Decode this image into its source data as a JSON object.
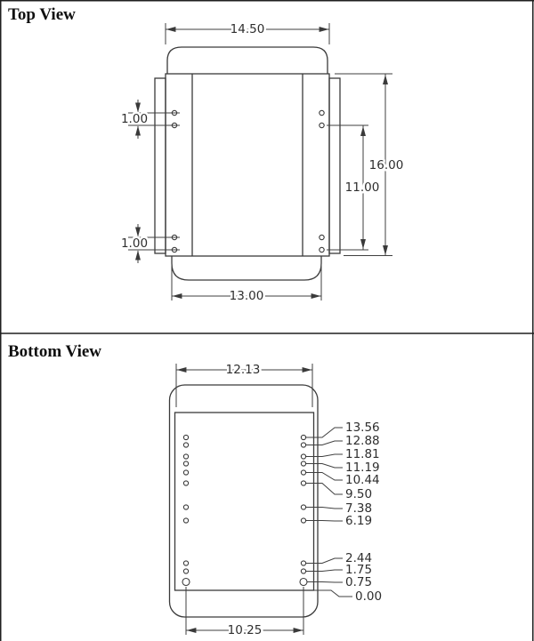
{
  "top_view": {
    "title": "Top View",
    "dim_width_top": "14.50",
    "dim_hole_pitch_top": "1.00",
    "dim_hole_pitch_bottom": "1.00",
    "dim_height": "16.00",
    "dim_hole_span": "11.00",
    "dim_width_bottom": "13.00"
  },
  "bottom_view": {
    "title": "Bottom View",
    "dim_width_top": "12.13",
    "dim_width_bottom": "10.25",
    "hole_labels": [
      "13.56",
      "12.88",
      "11.81",
      "11.19",
      "10.44",
      "9.50",
      "7.38",
      "6.19",
      "2.44",
      "1.75",
      "0.75",
      "0.00"
    ]
  },
  "colors": {
    "line": "#3a3a3a",
    "text": "#2e2e2e",
    "frame": "#1f1f1f"
  }
}
